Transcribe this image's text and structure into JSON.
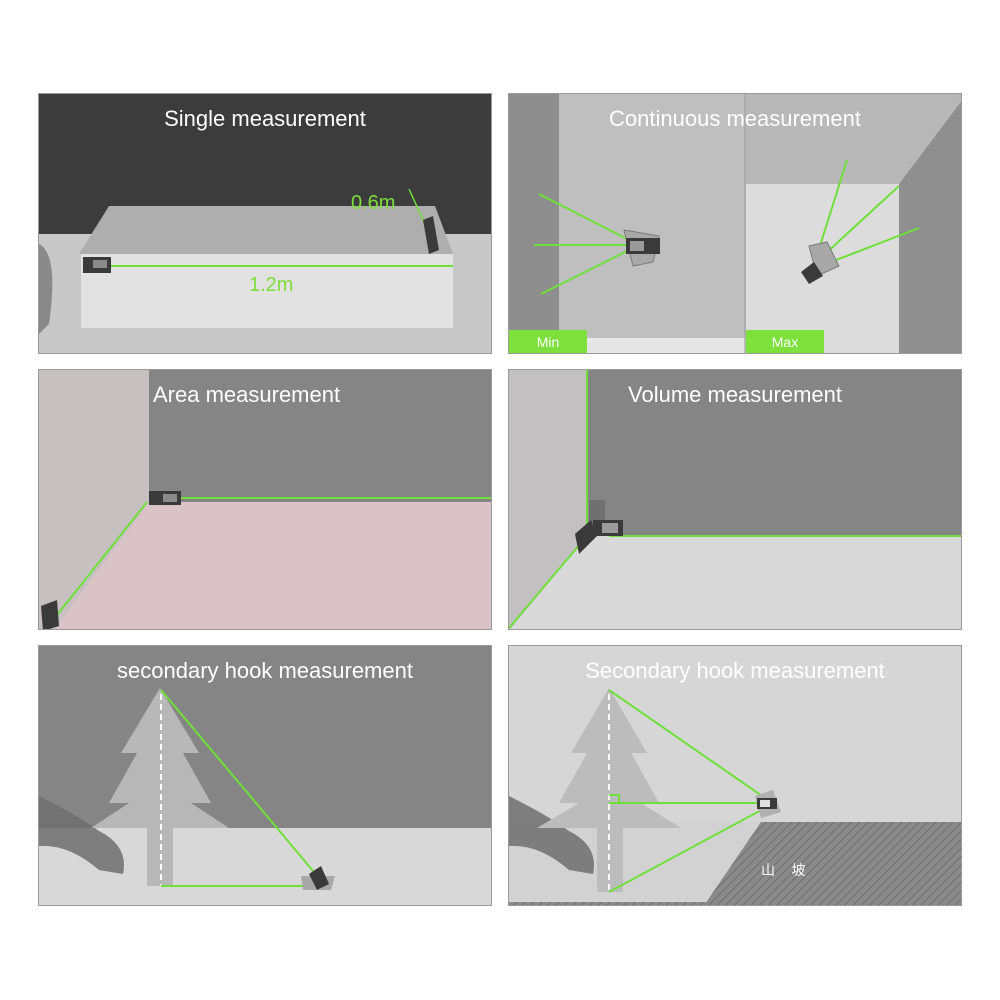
{
  "panels": {
    "single": {
      "title": "Single measurement",
      "width_label": "0.6m",
      "length_label": "1.2m"
    },
    "continuous": {
      "title": "Continuous measurement",
      "min_label": "Min",
      "max_label": "Max"
    },
    "area": {
      "title": "Area measurement"
    },
    "volume": {
      "title": "Volume measurement"
    },
    "hook1": {
      "title": "secondary hook measurement"
    },
    "hook2": {
      "title": "Secondary hook measurement",
      "slope_label": "山 坡"
    }
  },
  "colors": {
    "laser": "#6fe03a",
    "tag": "#7ee03c",
    "device": "#3a3a3a"
  }
}
